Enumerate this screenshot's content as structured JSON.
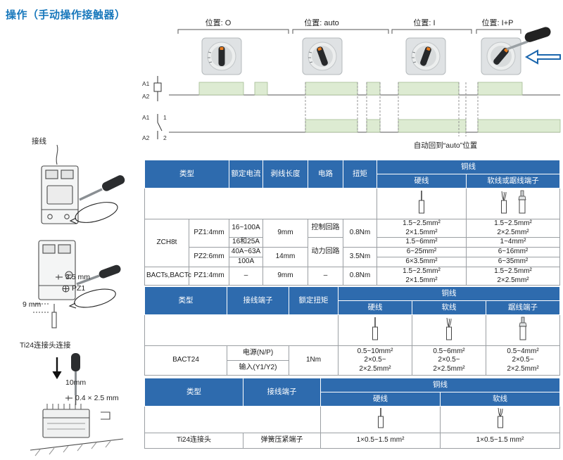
{
  "page": {
    "title": "操作（手动操作接触器）"
  },
  "diagram": {
    "positions": [
      {
        "label": "位置: O"
      },
      {
        "label": "位置: auto"
      },
      {
        "label": "位置: I"
      },
      {
        "label": "位置: I+P"
      }
    ],
    "auto_return_note": "自动回到“auto”位置",
    "coil": {
      "a1": "A1",
      "a2": "A2"
    },
    "contact": {
      "a1": "A1",
      "a2": "A2",
      "t1": "1",
      "t2": "2"
    },
    "accent_green": "#ddebd2",
    "arrow_blue": "#1b66ad"
  },
  "left_panel": {
    "wiring_label": "接线",
    "dim_3_5": "3.5 mm",
    "pz1_label": "PZ1",
    "dim_9": "9 mm",
    "ti24_label": "Ti24连接头连接",
    "dim_10": "10mm",
    "dim_04x25": "0.4 × 2.5 mm"
  },
  "table1": {
    "headers": {
      "type": "类型",
      "current": "额定电流",
      "strip": "剥线长度",
      "circuit": "电路",
      "torque": "扭矩",
      "copper": "铜线",
      "hard": "硬线",
      "flex": "软线或踞线端子"
    },
    "rows": {
      "r1": {
        "type": "ZCH8t",
        "pz": "PZ1:4mm",
        "current": "16~100A",
        "strip": "9mm",
        "circuit": "控制回路",
        "torque": "0.8Nm",
        "hard": "1.5~2.5mm²\n2×1.5mm²",
        "flex": "1.5~2.5mm²\n2×2.5mm²"
      },
      "r2": {
        "current": "16和25A",
        "circuit": "动力回路",
        "hard": "1.5~6mm²",
        "flex": "1~4mm²"
      },
      "r3": {
        "pz": "PZ2:6mm",
        "current": "40A~63A",
        "strip": "14mm",
        "torque": "3.5Nm",
        "hard": "6~25mm²",
        "flex": "6~16mm²"
      },
      "r4": {
        "current": "100A",
        "hard": "6×3.5mm²",
        "flex": "6~35mm²"
      },
      "r5": {
        "type": "BACTs,BACTc",
        "pz": "PZ1:4mm",
        "current": "–",
        "strip": "9mm",
        "circuit": "–",
        "torque": "0.8Nm",
        "hard": "1.5~2.5mm²\n2×1.5mm²",
        "flex": "1.5~2.5mm²\n2×2.5mm²"
      }
    }
  },
  "table2": {
    "headers": {
      "type": "类型",
      "terminal": "接线端子",
      "torque": "额定扭矩",
      "copper": "铜线",
      "hard": "硬线",
      "flex": "软线",
      "ferrule": "踞线端子"
    },
    "row": {
      "type": "BACT24",
      "terminal1": "电源(N/P)",
      "terminal2": "输入(Y1/Y2)",
      "torque": "1Nm",
      "hard": "0.5~10mm²\n2×0.5~\n2×2.5mm²",
      "flex": "0.5~6mm²\n2×0.5~\n2×2.5mm²",
      "ferrule": "0.5~4mm²\n2×0.5~\n2×2.5mm²"
    }
  },
  "table3": {
    "headers": {
      "type": "类型",
      "terminal": "接线端子",
      "copper": "铜线",
      "hard": "硬线",
      "flex": "软线"
    },
    "row": {
      "type": "Ti24连接头",
      "terminal": "弹簧压紧端子",
      "hard": "1×0.5~1.5 mm²",
      "flex": "1×0.5~1.5 mm²"
    }
  }
}
